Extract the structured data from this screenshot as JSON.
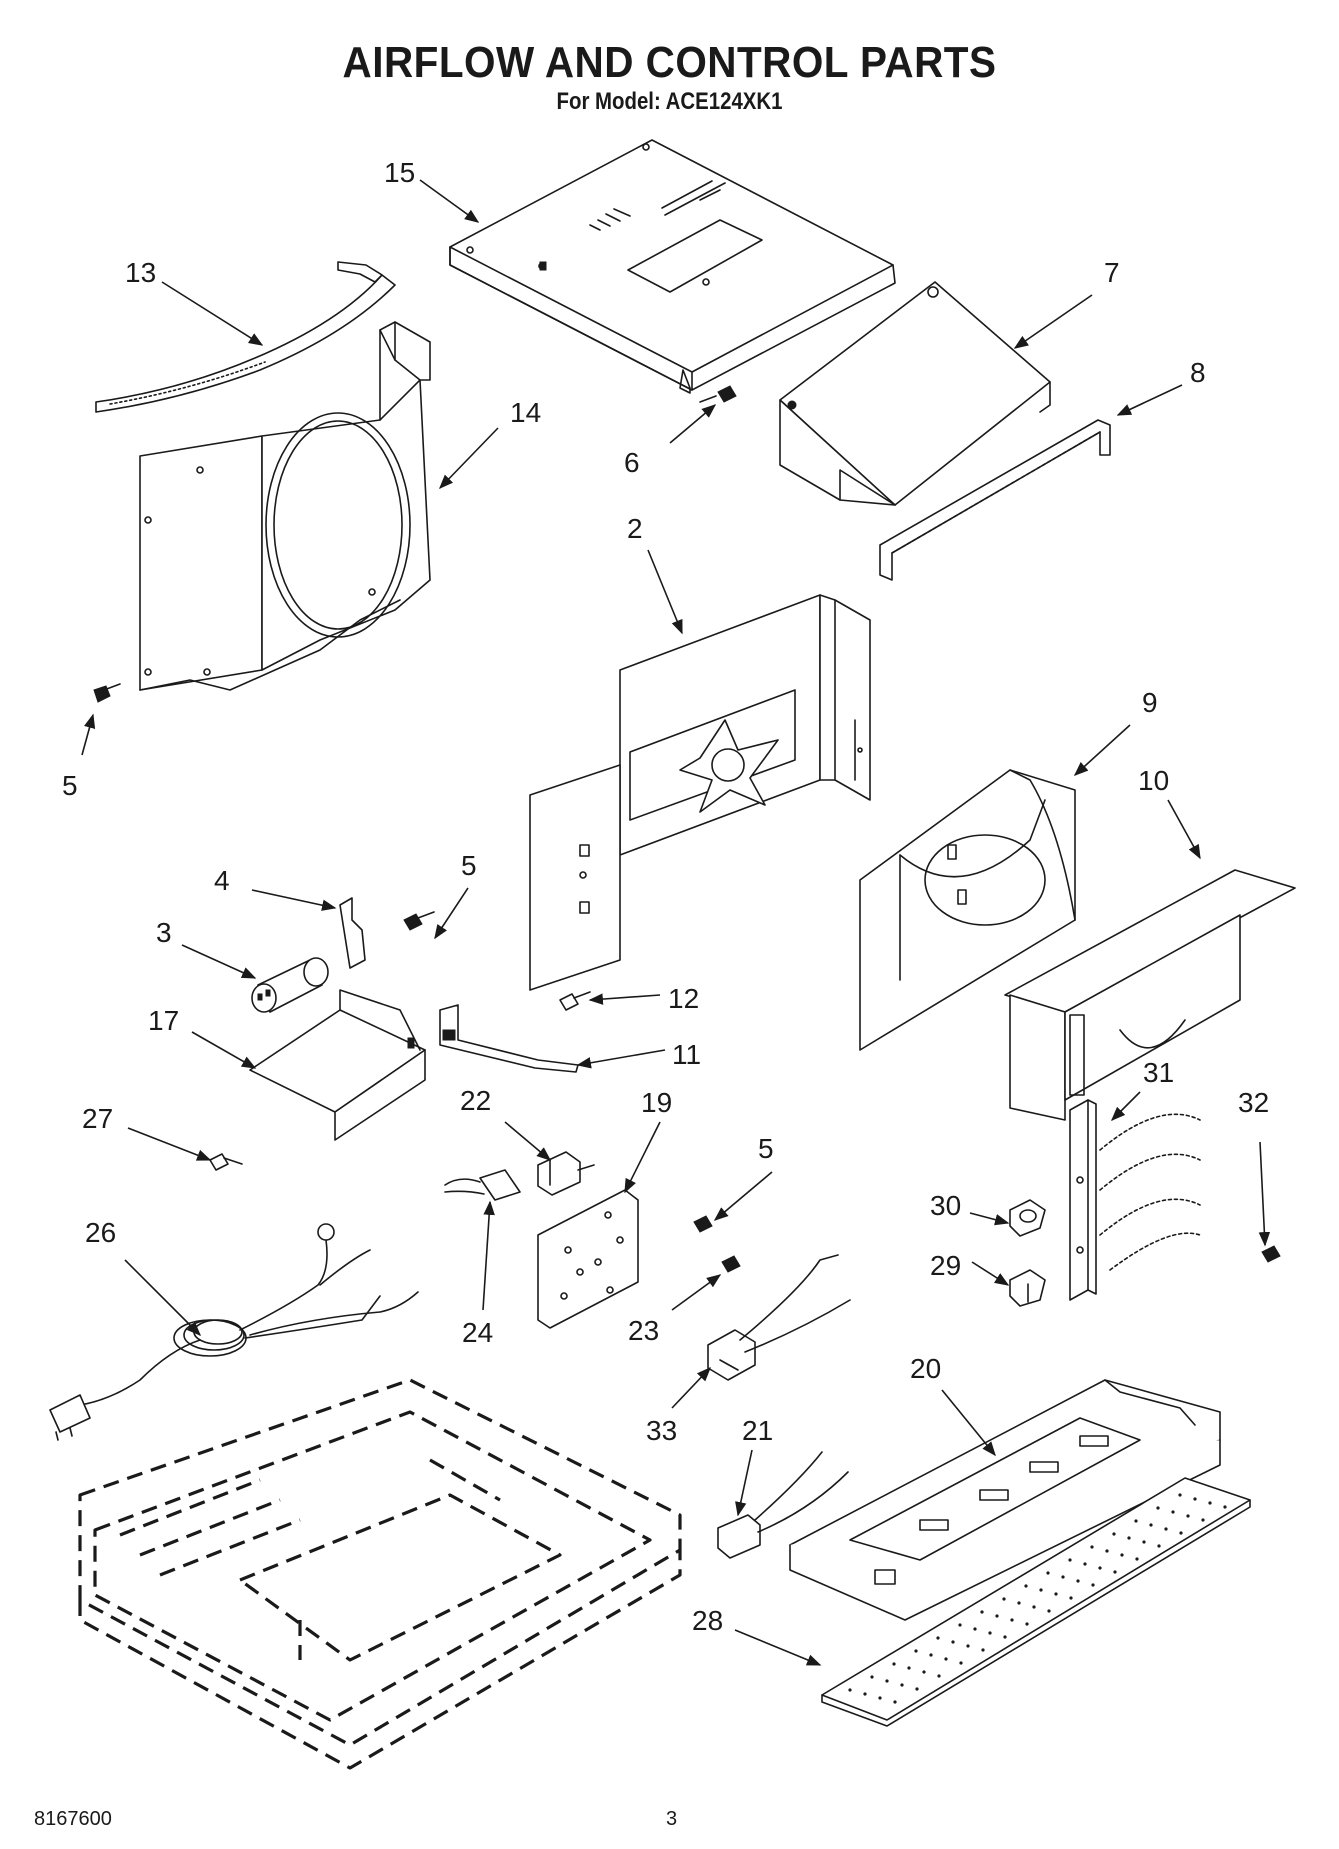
{
  "title": "AIRFLOW AND CONTROL PARTS",
  "subtitle": "For Model: ACE124XK1",
  "footer": {
    "doc_number": "8167600",
    "page_number": "3"
  },
  "callouts": [
    {
      "id": "c15",
      "label": "15"
    },
    {
      "id": "c13",
      "label": "13"
    },
    {
      "id": "c14",
      "label": "14"
    },
    {
      "id": "c7",
      "label": "7"
    },
    {
      "id": "c8",
      "label": "8"
    },
    {
      "id": "c6",
      "label": "6"
    },
    {
      "id": "c2",
      "label": "2"
    },
    {
      "id": "c5a",
      "label": "5"
    },
    {
      "id": "c9",
      "label": "9"
    },
    {
      "id": "c10",
      "label": "10"
    },
    {
      "id": "c4",
      "label": "4"
    },
    {
      "id": "c5b",
      "label": "5"
    },
    {
      "id": "c3",
      "label": "3"
    },
    {
      "id": "c12",
      "label": "12"
    },
    {
      "id": "c17",
      "label": "17"
    },
    {
      "id": "c11",
      "label": "11"
    },
    {
      "id": "c31",
      "label": "31"
    },
    {
      "id": "c22",
      "label": "22"
    },
    {
      "id": "c19",
      "label": "19"
    },
    {
      "id": "c27",
      "label": "27"
    },
    {
      "id": "c32",
      "label": "32"
    },
    {
      "id": "c5c",
      "label": "5"
    },
    {
      "id": "c30",
      "label": "30"
    },
    {
      "id": "c26",
      "label": "26"
    },
    {
      "id": "c29",
      "label": "29"
    },
    {
      "id": "c24",
      "label": "24"
    },
    {
      "id": "c23",
      "label": "23"
    },
    {
      "id": "c20",
      "label": "20"
    },
    {
      "id": "c33",
      "label": "33"
    },
    {
      "id": "c21",
      "label": "21"
    },
    {
      "id": "c28",
      "label": "28"
    }
  ]
}
